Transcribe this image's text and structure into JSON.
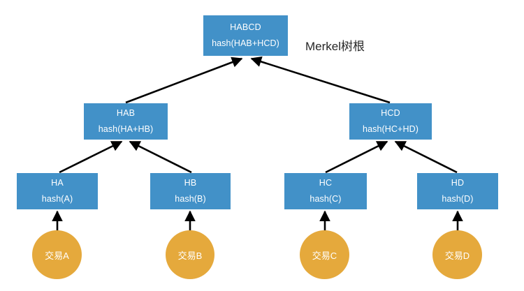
{
  "diagram": {
    "title_annotation": "Merkel树根",
    "colors": {
      "node_fill": "#4291c8",
      "leaf_fill": "#e5a93c",
      "node_text": "#ffffff",
      "edge": "#000000",
      "background": "#ffffff",
      "annotation_text": "#262626"
    },
    "nodes": {
      "root": {
        "title": "HABCD",
        "formula": "hash(HAB+HCD)"
      },
      "hab": {
        "title": "HAB",
        "formula": "hash(HA+HB)"
      },
      "hcd": {
        "title": "HCD",
        "formula": "hash(HC+HD)"
      },
      "ha": {
        "title": "HA",
        "formula": "hash(A)"
      },
      "hb": {
        "title": "HB",
        "formula": "hash(B)"
      },
      "hc": {
        "title": "HC",
        "formula": "hash(C)"
      },
      "hd": {
        "title": "HD",
        "formula": "hash(D)"
      }
    },
    "leaves": [
      {
        "label": "交易A"
      },
      {
        "label": "交易B"
      },
      {
        "label": "交易C"
      },
      {
        "label": "交易D"
      }
    ],
    "edges": [
      {
        "from": "hab",
        "to": "root"
      },
      {
        "from": "hcd",
        "to": "root"
      },
      {
        "from": "ha",
        "to": "hab"
      },
      {
        "from": "hb",
        "to": "hab"
      },
      {
        "from": "hc",
        "to": "hcd"
      },
      {
        "from": "hd",
        "to": "hcd"
      },
      {
        "from": "tx-a",
        "to": "ha"
      },
      {
        "from": "tx-b",
        "to": "hb"
      },
      {
        "from": "tx-c",
        "to": "hc"
      },
      {
        "from": "tx-d",
        "to": "hd"
      }
    ]
  }
}
